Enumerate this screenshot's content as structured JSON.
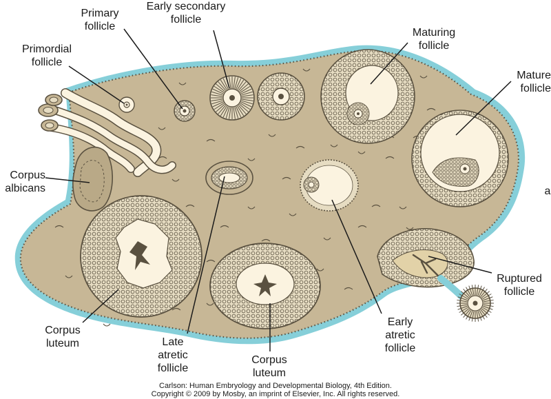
{
  "labels": {
    "primordial": [
      "Primordial",
      "follicle"
    ],
    "primary": [
      "Primary",
      "follicle"
    ],
    "early_secondary": [
      "Early secondary",
      "follicle"
    ],
    "maturing": [
      "Maturing",
      "follicle"
    ],
    "mature": [
      "Mature",
      "follicle"
    ],
    "corpus_albicans": [
      "Corpus",
      "albicans"
    ],
    "ruptured": [
      "Ruptured",
      "follicle"
    ],
    "corpus_luteum_left": [
      "Corpus",
      "luteum"
    ],
    "late_atretic": [
      "Late",
      "atretic",
      "follicle"
    ],
    "corpus_luteum_bottom": [
      "Corpus",
      "luteum"
    ],
    "early_atretic": [
      "Early",
      "atretic",
      "follicle"
    ],
    "edge_letter": "a"
  },
  "credit": {
    "line1": "Carlson: Human Embryology and Developmental Biology, 4th Edition.",
    "line2": "Copyright © 2009 by Mosby, an imprint of Elsevier, Inc. All rights reserved."
  },
  "colors": {
    "stroma": "#c7b796",
    "capsule": "#86cfd9",
    "cells": "#e6dcc2",
    "antrum": "#fbf3e0",
    "ink": "#333333"
  }
}
